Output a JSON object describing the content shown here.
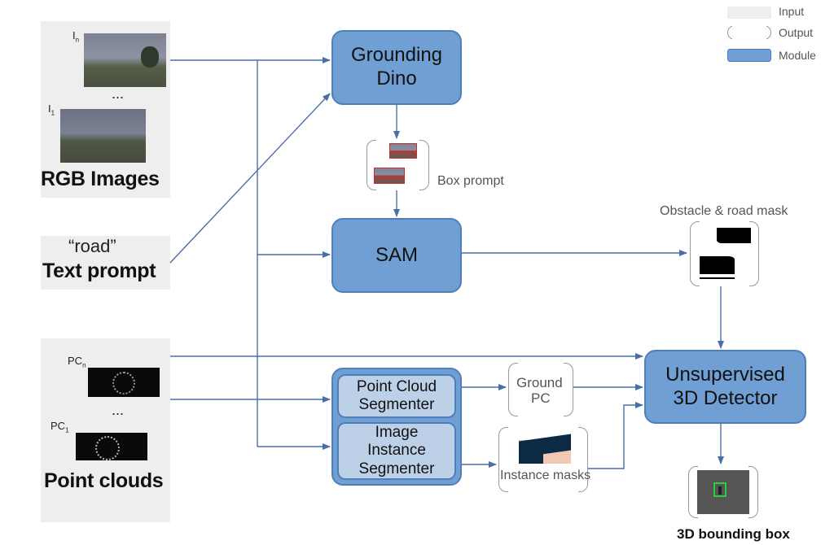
{
  "legend": {
    "input_label": "Input",
    "output_label": "Output",
    "module_label": "Module",
    "input_color": "#eeeeee",
    "module_color": "#6f9fd3"
  },
  "inputs": {
    "rgb": {
      "label_n": "I",
      "sub_n": "n",
      "dots": "...",
      "label_1": "I",
      "sub_1": "1",
      "title": "RGB Images"
    },
    "text": {
      "quote": "“road”",
      "title": "Text prompt"
    },
    "pc": {
      "label_n": "PC",
      "sub_n": "n",
      "dots": "...",
      "label_1": "PC",
      "sub_1": "1",
      "title": "Point clouds"
    }
  },
  "modules": {
    "grounding_dino": {
      "line1": "Grounding",
      "line2": "Dino"
    },
    "sam": {
      "label": "SAM"
    },
    "unsupervised": {
      "line1": "Unsupervised",
      "line2": "3D Detector"
    },
    "point_cloud_segmenter": "Point Cloud\nSegmenter",
    "image_instance_segmenter": "Image\nInstance\nSegmenter"
  },
  "outputs": {
    "box_prompt": "Box prompt",
    "mask": "Obstacle & road mask",
    "ground_pc": {
      "line1": "Ground",
      "line2": "PC"
    },
    "instance_masks": "Instance masks",
    "bbox3d": "3D bounding box"
  },
  "colors": {
    "arrow": "#4a6fa5",
    "module_border": "#4f7fb8",
    "submodule": "#bcd0e8"
  }
}
